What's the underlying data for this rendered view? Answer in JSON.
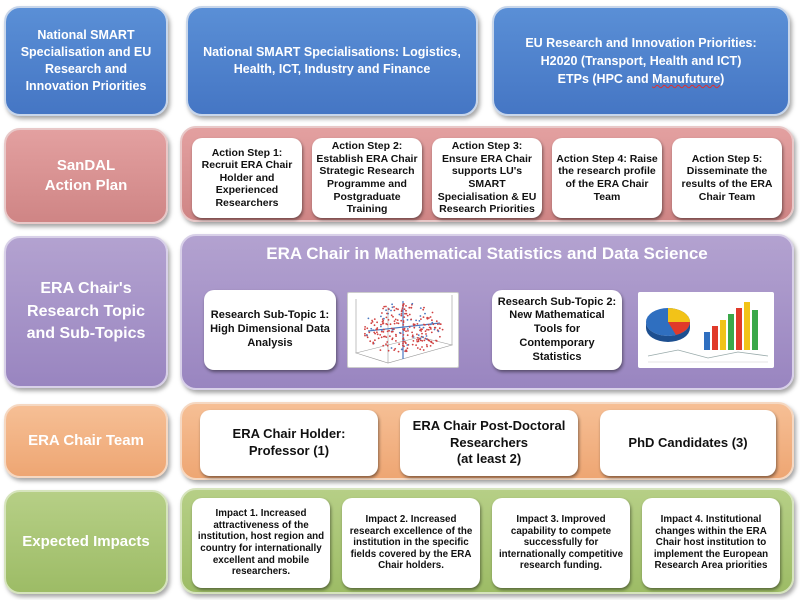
{
  "rows": {
    "priorities": {
      "label": [
        "National SMART",
        "Specialisation and EU",
        "Research and",
        "Innovation Priorities"
      ],
      "national": "National SMART Specialisations: Logistics, Health, ICT, Industry and Finance",
      "eu": {
        "line1": "EU Research and Innovation Priorities:",
        "line2": "H2020 (Transport, Health and ICT)",
        "line3_prefix": "ETPs (HPC and ",
        "line3_underlined": "Manufuture",
        "line3_suffix": ")"
      }
    },
    "action_plan": {
      "label": [
        "SanDAL",
        "Action Plan"
      ],
      "steps": [
        "Action Step 1: Recruit ERA Chair Holder and Experienced Researchers",
        "Action Step 2: Establish ERA Chair Strategic Research Programme and Postgraduate Training",
        "Action Step 3: Ensure ERA Chair supports LU's SMART Specialisation & EU Research Priorities",
        "Action Step 4: Raise the research profile of the ERA Chair Team",
        "Action Step 5: Disseminate the results of the ERA Chair Team"
      ]
    },
    "research": {
      "label": [
        "ERA Chair's",
        "Research Topic",
        "and Sub-Topics"
      ],
      "title": "ERA Chair in Mathematical Statistics and Data Science",
      "subtopic1": [
        "Research Sub-Topic 1:",
        "High Dimensional Data",
        "Analysis"
      ],
      "subtopic2": [
        "Research Sub-Topic 2:",
        "New Mathematical",
        "Tools for",
        "Contemporary",
        "Statistics"
      ],
      "images": [
        "3d-scatter-plot-image",
        "business-charts-image"
      ]
    },
    "team": {
      "label": "ERA Chair Team",
      "members": [
        [
          "ERA Chair Holder:",
          "Professor (1)"
        ],
        [
          "ERA Chair Post-Doctoral",
          "Researchers",
          "(at least 2)"
        ],
        [
          "PhD Candidates (3)"
        ]
      ]
    },
    "impacts": {
      "label": "Expected Impacts",
      "items": [
        "Impact 1. Increased attractiveness of the institution, host region and country for internationally excellent and mobile researchers.",
        "Impact 2. Increased research excellence of the institution in the specific fields covered by the ERA Chair holders.",
        "Impact 3. Improved capability to compete successfully for internationally competitive research funding.",
        "Impact 4. Institutional changes within the ERA Chair host institution to implement the European Research Area priorities"
      ]
    }
  },
  "colors": {
    "blue": "#4f84cf",
    "pink": "#d98f8f",
    "purple": "#a794c8",
    "orange": "#f2b184",
    "green": "#a9c676"
  }
}
